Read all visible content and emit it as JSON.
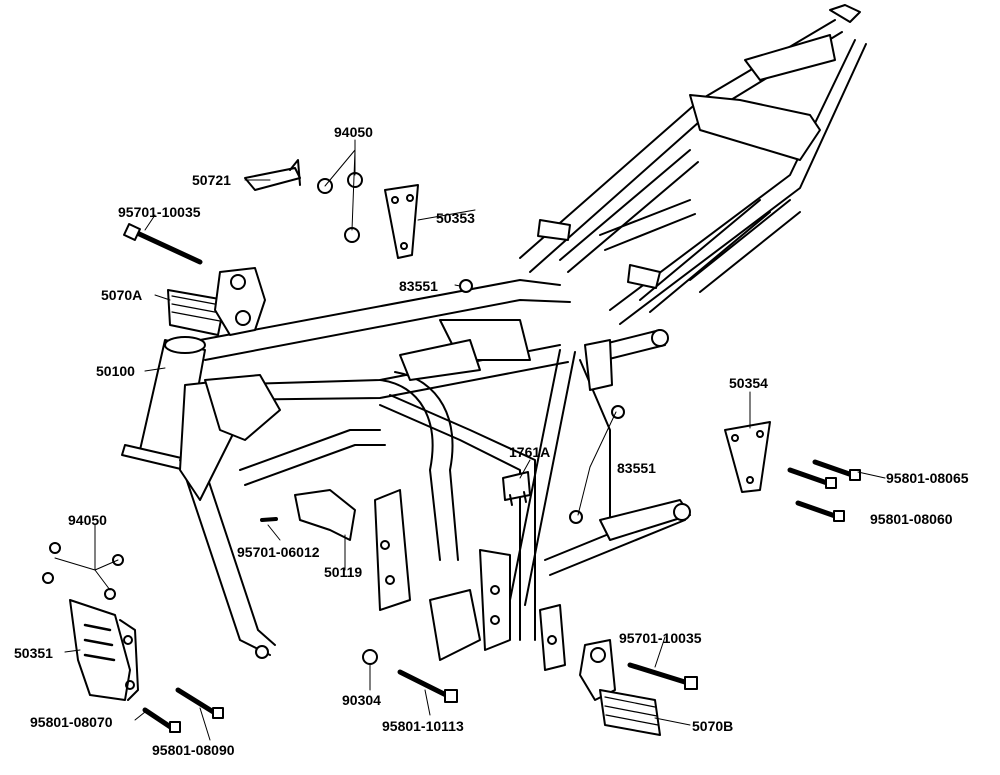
{
  "parts": [
    {
      "id": "94050_top",
      "label": "94050"
    },
    {
      "id": "50721",
      "label": "50721"
    },
    {
      "id": "95701-10035_top",
      "label": "95701-10035"
    },
    {
      "id": "50353",
      "label": "50353"
    },
    {
      "id": "83551_top",
      "label": "83551"
    },
    {
      "id": "5070A",
      "label": "5070A"
    },
    {
      "id": "50100",
      "label": "50100"
    },
    {
      "id": "50354",
      "label": "50354"
    },
    {
      "id": "1761A",
      "label": "1761A"
    },
    {
      "id": "83551_mid",
      "label": "83551"
    },
    {
      "id": "95801-08065",
      "label": "95801-08065"
    },
    {
      "id": "95801-08060",
      "label": "95801-08060"
    },
    {
      "id": "94050_left",
      "label": "94050"
    },
    {
      "id": "95701-06012",
      "label": "95701-06012"
    },
    {
      "id": "50119",
      "label": "50119"
    },
    {
      "id": "50351",
      "label": "50351"
    },
    {
      "id": "95701-10035_bot",
      "label": "95701-10035"
    },
    {
      "id": "90304",
      "label": "90304"
    },
    {
      "id": "95801-08070",
      "label": "95801-08070"
    },
    {
      "id": "95801-10113",
      "label": "95801-10113"
    },
    {
      "id": "5070B",
      "label": "5070B"
    },
    {
      "id": "95801-08090",
      "label": "95801-08090"
    }
  ]
}
